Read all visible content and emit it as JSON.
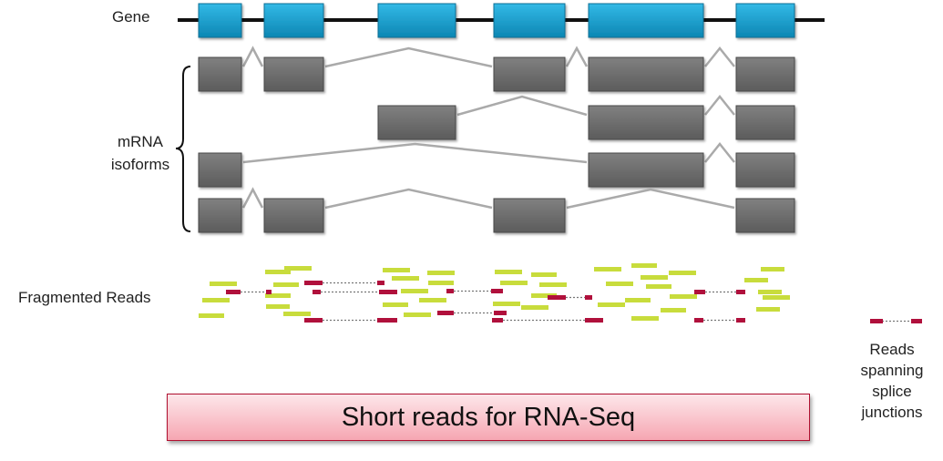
{
  "labels": {
    "gene": "Gene",
    "isoforms_line1": "mRNA",
    "isoforms_line2": "isoforms",
    "fragmented_reads": "Fragmented Reads",
    "legend_line1": "Reads",
    "legend_line2": "spanning",
    "legend_line3": "splice",
    "legend_line4": "junctions"
  },
  "banner": {
    "text": "Short reads for RNA-Seq"
  },
  "colors": {
    "exon": "#1aa0cf",
    "isoform_exon": "#6e6e6e",
    "gene_line": "#111111",
    "intron_link": "#aaaaaa",
    "read": "#c8dc3c",
    "junction_read": "#b0103c",
    "banner_border": "#b01030"
  },
  "structure": {
    "gene_exon_count": 6,
    "isoform_count": 4,
    "isoform_exons": [
      [
        1,
        2,
        4,
        5,
        6
      ],
      [
        3,
        5,
        6
      ],
      [
        1,
        5,
        6
      ],
      [
        1,
        2,
        4,
        6
      ]
    ]
  }
}
